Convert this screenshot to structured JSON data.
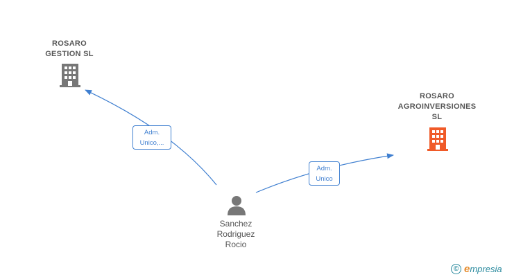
{
  "nodes": {
    "rosaro_gestion": {
      "lines": [
        "ROSARO",
        "GESTION  SL"
      ],
      "icon": "building-icon",
      "color": "#777777"
    },
    "rosaro_agro": {
      "lines": [
        "ROSARO",
        "AGROINVERSIONES",
        "SL"
      ],
      "icon": "building-icon",
      "color": "#f05a28"
    },
    "person": {
      "lines": [
        "Sanchez",
        "Rodriguez",
        "Rocio"
      ],
      "icon": "person-icon",
      "color": "#777777"
    }
  },
  "edges": {
    "to_gestion": {
      "lines": [
        "Adm.",
        "Unico,..."
      ]
    },
    "to_agro": {
      "lines": [
        "Adm.",
        "Unico"
      ]
    }
  },
  "colors": {
    "edge": "#3f7fd0",
    "text": "#555555"
  },
  "brand": {
    "symbol": "©",
    "first_letter": "e",
    "rest": "mpresia"
  }
}
